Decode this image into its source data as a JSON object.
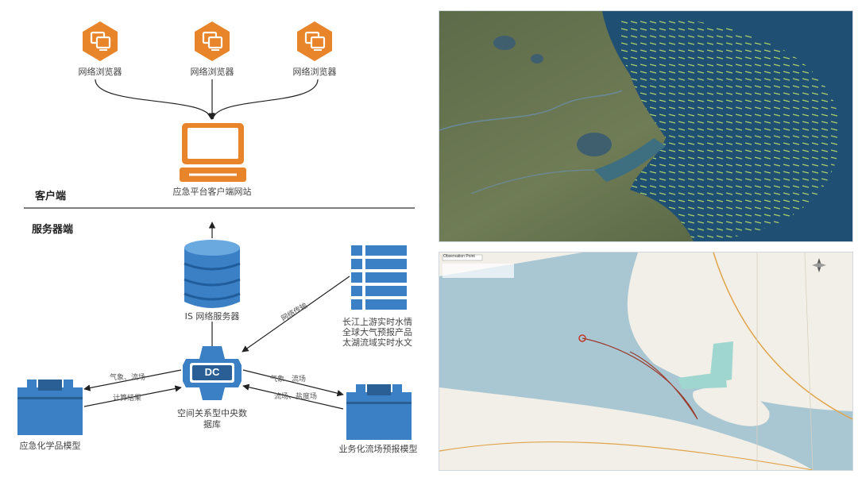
{
  "diagram": {
    "clients": {
      "browser_1": "网络浏览器",
      "browser_2": "网络浏览器",
      "browser_3": "网络浏览器",
      "portal": "应急平台客户端网站"
    },
    "sections": {
      "client": "客户端",
      "server": "服务器端"
    },
    "server_nodes": {
      "gis_server": "IS 网络服务器",
      "central_db": "空间关系型中央数据库",
      "central_db_line1": "空间关系型中央数",
      "central_db_line2": "据库",
      "left_model": "应急化学品模型",
      "right_model": "业务化流场预报模型",
      "dc_badge": "DC"
    },
    "data_sources": {
      "line1": "长江上游实时水情",
      "line2": "全球大气预报产品",
      "line3": "太湖流域实时水文"
    },
    "edge_labels": {
      "network_transfer": "网络传输",
      "to_left_model": "气象、流场",
      "from_left_model": "计算结果",
      "to_right_model": "气象、流场",
      "from_right_model": "流场、盐度场"
    }
  },
  "colors": {
    "orange": "#e8842a",
    "blue": "#3b7fc4",
    "blue_dark": "#2a5f96",
    "river": "#a9c7d3",
    "sea": "#1f4f73"
  },
  "map_top": {
    "caption": ""
  },
  "map_bottom": {
    "title_bar": "Observation Point"
  }
}
